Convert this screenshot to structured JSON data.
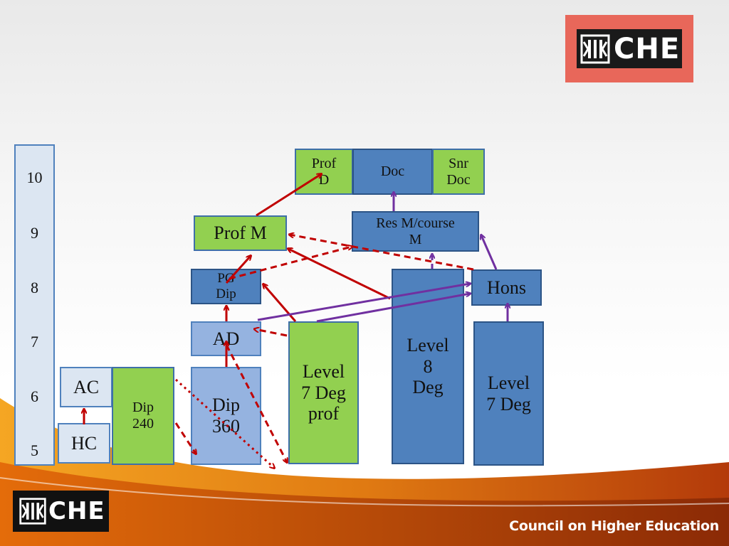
{
  "branding": {
    "logo_text": "CHE",
    "footer_text": "Council on Higher Education"
  },
  "scale": {
    "levels": [
      "10",
      "9",
      "8",
      "7",
      "6",
      "5"
    ]
  },
  "nodes": {
    "prof_d": "Prof\nD",
    "doc": "Doc",
    "snr_doc": "Snr\nDoc",
    "prof_m": "Prof M",
    "res_m": "Res M/course\nM",
    "pg_dip": "PG\nDip",
    "hons": "Hons",
    "ad": "AD",
    "level7_deg_prof": "Level\n7 Deg\nprof",
    "level8_deg": "Level\n8\nDeg",
    "level7_deg": "Level\n7 Deg",
    "ac": "AC",
    "hc": "HC",
    "dip240": "Dip\n240",
    "dip360": "Dip\n360"
  },
  "colors": {
    "green": "#92d050",
    "blue": "#4f81bd",
    "light_blue": "#95b3e0",
    "pale_blue": "#dce6f2",
    "red_arrow": "#c00000",
    "purple_arrow": "#7030a0",
    "logo_bg": "#e8675a",
    "footer_band": "#c0500f"
  }
}
